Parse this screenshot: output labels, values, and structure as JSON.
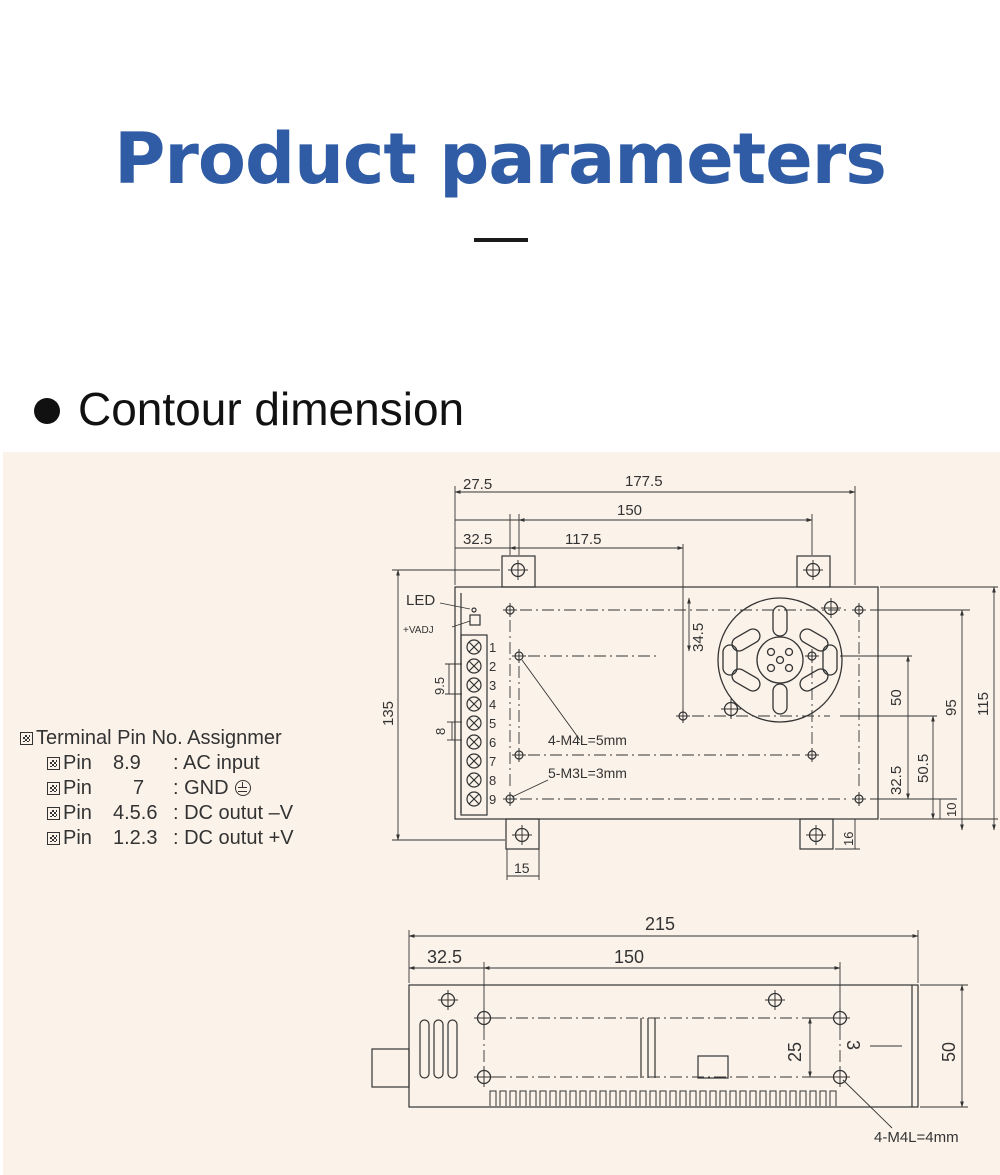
{
  "header": {
    "title": "Product parameters"
  },
  "section": {
    "title": "Contour dimension"
  },
  "legend": {
    "title": "Terminal Pin No. Assignmer",
    "rows": [
      {
        "pin": "Pin",
        "num": "8.9",
        "desc": ": AC input"
      },
      {
        "pin": "Pin",
        "num": "7",
        "desc": ": GND"
      },
      {
        "pin": "Pin",
        "num": "4.5.6",
        "desc": ": DC outut –V"
      },
      {
        "pin": "Pin",
        "num": "1.2.3",
        "desc": ": DC outut +V"
      }
    ]
  },
  "top_view": {
    "labels": {
      "led": "LED",
      "vadj": "+VADJ",
      "m4": "4-M4L=5mm",
      "m3": "5-M3L=3mm"
    },
    "dims": {
      "d_27_5": "27.5",
      "d_177_5": "177.5",
      "d_150": "150",
      "d_32_5": "32.5",
      "d_117_5": "117.5",
      "d_34_5": "34.5",
      "d_9_5": "9.5",
      "d_8": "8",
      "d_135": "135",
      "d_50": "50",
      "d_95": "95",
      "d_115": "115",
      "d_32_5v": "32.5",
      "d_50_5": "50.5",
      "d_10": "10",
      "d_16": "16",
      "d_15": "15"
    },
    "terminals": [
      "1",
      "2",
      "3",
      "4",
      "5",
      "6",
      "7",
      "8",
      "9"
    ]
  },
  "side_view": {
    "labels": {
      "m4": "4-M4L=4mm"
    },
    "dims": {
      "d_215": "215",
      "d_32_5": "32.5",
      "d_150": "150",
      "d_25": "25",
      "d_3": "3",
      "d_50": "50"
    }
  }
}
